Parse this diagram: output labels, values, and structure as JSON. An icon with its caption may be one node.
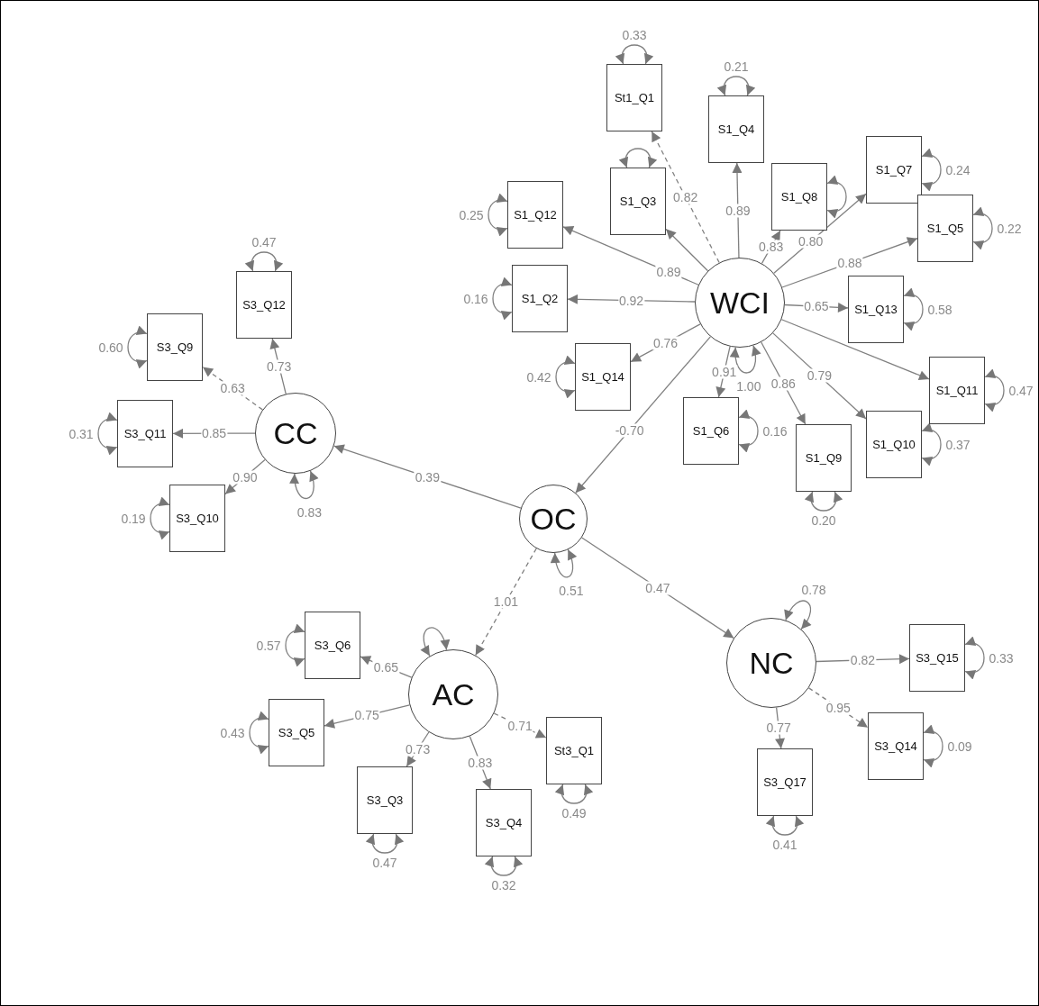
{
  "diagram": {
    "nodes": [
      {
        "text": [
          "St1_Q1"
        ]
      },
      {
        "text": [
          "S1_Q4"
        ]
      },
      {
        "text": [
          "S1_Q7"
        ]
      },
      {
        "text": [
          "S1_Q12"
        ]
      },
      {
        "text": [
          "S1_Q8"
        ]
      },
      {
        "text": [
          "S1_Q3"
        ]
      },
      {
        "text": [
          "S1_Q5"
        ]
      },
      {
        "text": [
          "S1_Q2"
        ]
      },
      {
        "text": [
          "WCI"
        ]
      },
      {
        "text": [
          "S3_Q12"
        ]
      },
      {
        "text": [
          "S1_Q13"
        ]
      },
      {
        "text": [
          "S1_Q11"
        ]
      },
      {
        "text": [
          "S3_Q9"
        ]
      },
      {
        "text": [
          "S1_Q14"
        ]
      },
      {
        "text": [
          "S1_Q10"
        ]
      },
      {
        "text": [
          "S3_Q11"
        ]
      },
      {
        "text": [
          "CC"
        ]
      },
      {
        "text": [
          "S1_Q6"
        ]
      },
      {
        "text": [
          "S1_Q9"
        ]
      },
      {
        "text": [
          "S3_Q10"
        ]
      },
      {
        "text": [
          "OC"
        ]
      },
      {
        "text": [
          "S3_Q6"
        ]
      },
      {
        "text": [
          "S3_Q15"
        ]
      },
      {
        "text": [
          "NC"
        ]
      },
      {
        "text": [
          "AC"
        ]
      },
      {
        "text": [
          "S3_Q5"
        ]
      },
      {
        "text": [
          "St3_Q1"
        ]
      },
      {
        "text": [
          "S3_Q14"
        ]
      },
      {
        "text": [
          "S3_Q17"
        ]
      },
      {
        "text": [
          "S3_Q3"
        ]
      },
      {
        "text": [
          "S3_Q4"
        ]
      }
    ],
    "edges": [
      {
        "from": 8,
        "to": 0,
        "arrow": "to",
        "label": "0.82",
        "style": "dashed"
      },
      {
        "from": 8,
        "to": 5,
        "arrow": "to"
      },
      {
        "from": 8,
        "to": 3,
        "arrow": "to",
        "label": "0.89"
      },
      {
        "from": 8,
        "to": 1,
        "arrow": "to",
        "label": "0.89"
      },
      {
        "from": 8,
        "to": 4,
        "arrow": "to",
        "label": "0.83"
      },
      {
        "from": 8,
        "to": 2,
        "arrow": "to",
        "label": "0.80"
      },
      {
        "from": 8,
        "to": 6,
        "arrow": "to",
        "label": "0.88"
      },
      {
        "from": 8,
        "to": 10,
        "arrow": "to",
        "label": "0.65"
      },
      {
        "from": 8,
        "to": 11,
        "arrow": "to"
      },
      {
        "from": 8,
        "to": 14,
        "arrow": "to",
        "label": "0.79"
      },
      {
        "from": 8,
        "to": 18,
        "arrow": "to",
        "label": "0.86"
      },
      {
        "from": 8,
        "to": 17,
        "arrow": "to",
        "label": "0.91"
      },
      {
        "from": 8,
        "to": 13,
        "arrow": "to",
        "label": "0.76"
      },
      {
        "from": 8,
        "to": 7,
        "arrow": "to",
        "label": "0.92"
      },
      {
        "from": 8,
        "to": 20,
        "arrow": "to",
        "label": "-0.70"
      },
      {
        "from": 20,
        "to": 16,
        "arrow": "to",
        "label": "0.39"
      },
      {
        "from": 20,
        "to": 23,
        "arrow": "to",
        "label": "0.47"
      },
      {
        "from": 20,
        "to": 24,
        "arrow": "to",
        "label": "1.01",
        "style": "dashed"
      },
      {
        "from": 16,
        "to": 9,
        "arrow": "to",
        "label": "0.73"
      },
      {
        "from": 16,
        "to": 12,
        "arrow": "to",
        "label": "0.63",
        "style": "dashed"
      },
      {
        "from": 16,
        "to": 15,
        "arrow": "to",
        "label": "0.85"
      },
      {
        "from": 16,
        "to": 19,
        "arrow": "to",
        "label": "0.90"
      },
      {
        "from": 24,
        "to": 21,
        "arrow": "to",
        "label": "0.65"
      },
      {
        "from": 24,
        "to": 25,
        "arrow": "to",
        "label": "0.75"
      },
      {
        "from": 24,
        "to": 29,
        "arrow": "to",
        "label": "0.73"
      },
      {
        "from": 24,
        "to": 30,
        "arrow": "to",
        "label": "0.83"
      },
      {
        "from": 24,
        "to": 26,
        "arrow": "to",
        "label": "0.71",
        "style": "dashed"
      },
      {
        "from": 23,
        "to": 22,
        "arrow": "to",
        "label": "0.82"
      },
      {
        "from": 23,
        "to": 27,
        "arrow": "to",
        "label": "0.95",
        "style": "dashed"
      },
      {
        "from": 23,
        "to": 28,
        "arrow": "to",
        "label": "0.77"
      },
      {
        "from": 0,
        "to": 0,
        "arrow": "both",
        "label": "0.33"
      },
      {
        "from": 1,
        "to": 1,
        "arrow": "both",
        "label": "0.21"
      },
      {
        "from": 2,
        "to": 2,
        "arrow": "both",
        "label": "0.24"
      },
      {
        "from": 3,
        "to": 3,
        "arrow": "both",
        "label": "0.25"
      },
      {
        "from": 4,
        "to": 4,
        "arrow": "both"
      },
      {
        "from": 5,
        "to": 5,
        "arrow": "both"
      },
      {
        "from": 6,
        "to": 6,
        "arrow": "both",
        "label": "0.22"
      },
      {
        "from": 7,
        "to": 7,
        "arrow": "both",
        "label": "0.16"
      },
      {
        "from": 8,
        "to": 8,
        "arrow": "both",
        "label": "1.00"
      },
      {
        "from": 9,
        "to": 9,
        "arrow": "both",
        "label": "0.47"
      },
      {
        "from": 10,
        "to": 10,
        "arrow": "both",
        "label": "0.58"
      },
      {
        "from": 11,
        "to": 11,
        "arrow": "both",
        "label": "0.47"
      },
      {
        "from": 12,
        "to": 12,
        "arrow": "both",
        "label": "0.60"
      },
      {
        "from": 13,
        "to": 13,
        "arrow": "both",
        "label": "0.42"
      },
      {
        "from": 14,
        "to": 14,
        "arrow": "both",
        "label": "0.37"
      },
      {
        "from": 15,
        "to": 15,
        "arrow": "both",
        "label": "0.31"
      },
      {
        "from": 16,
        "to": 16,
        "arrow": "both",
        "label": "0.83"
      },
      {
        "from": 17,
        "to": 17,
        "arrow": "both",
        "label": "0.16"
      },
      {
        "from": 18,
        "to": 18,
        "arrow": "both",
        "label": "0.20"
      },
      {
        "from": 19,
        "to": 19,
        "arrow": "both",
        "label": "0.19"
      },
      {
        "from": 20,
        "to": 20,
        "arrow": "both",
        "label": "0.51"
      },
      {
        "from": 21,
        "to": 21,
        "arrow": "both",
        "label": "0.57"
      },
      {
        "from": 22,
        "to": 22,
        "arrow": "both",
        "label": "0.33"
      },
      {
        "from": 23,
        "to": 23,
        "arrow": "both",
        "label": "0.78"
      },
      {
        "from": 24,
        "to": 24,
        "arrow": "both"
      },
      {
        "from": 25,
        "to": 25,
        "arrow": "both",
        "label": "0.43"
      },
      {
        "from": 26,
        "to": 26,
        "arrow": "both",
        "label": "0.49"
      },
      {
        "from": 27,
        "to": 27,
        "arrow": "both",
        "label": "0.09"
      },
      {
        "from": 28,
        "to": 28,
        "arrow": "both",
        "label": "0.41"
      },
      {
        "from": 29,
        "to": 29,
        "arrow": "both",
        "label": "0.47"
      },
      {
        "from": 30,
        "to": 30,
        "arrow": "both",
        "label": "0.32"
      }
    ]
  }
}
